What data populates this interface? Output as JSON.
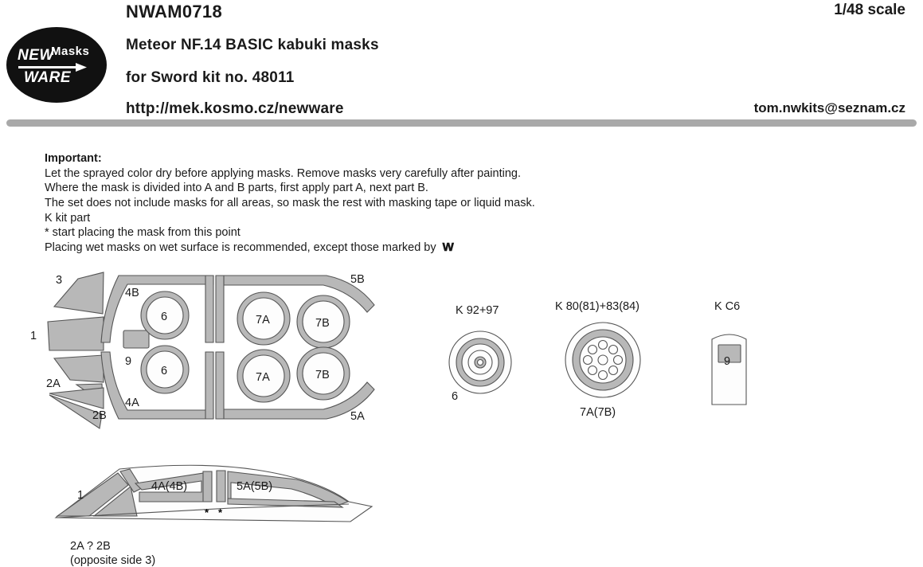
{
  "header": {
    "logo": {
      "new": "NEW",
      "ware": "WARE",
      "masks": "Masks",
      "arrow_icon": "right-arrow-icon"
    },
    "product_code": "NWAM0718",
    "product_name": "Meteor NF.14 BASIC kabuki masks",
    "kit_line": "for Sword kit no. 48011",
    "url": "http://mek.kosmo.cz/newware",
    "scale": "1/48 scale",
    "email": "tom.nwkits@seznam.cz"
  },
  "important": {
    "heading": "Important:",
    "lines": [
      "Let the sprayed color dry before applying masks. Remove masks very carefully after painting.",
      "Where the mask is divided into A and B parts, first apply part A, next part B.",
      "The set does not include masks for all areas, so mask the rest with masking tape or liquid mask.",
      "K kit part",
      "*  start placing the mask from this point"
    ],
    "wet_line_prefix": "Placing wet masks on wet surface is recommended, except those marked by ",
    "wet_mark": "W"
  },
  "diagram": {
    "left_group": {
      "labels": {
        "three": "3",
        "one": "1",
        "twoA": "2A",
        "twoB": "2B",
        "fourB": "4B",
        "fourA": "4A",
        "nine": "9",
        "six_top": "6",
        "six_bottom": "6"
      }
    },
    "mid_group": {
      "labels": {
        "fiveB": "5B",
        "fiveA": "5A",
        "sevenA_top": "7A",
        "sevenB_top": "7B",
        "sevenA_bottom": "7A",
        "sevenB_bottom": "7B"
      }
    },
    "wheel_small": {
      "caption": "K 92+97",
      "number": "6"
    },
    "wheel_large": {
      "caption": "K 80(81)+83(84)",
      "number": "7A(7B)"
    },
    "part_c6": {
      "caption": "K C6",
      "number": "9"
    },
    "bottom_group": {
      "labels": {
        "one": "1",
        "fourA4B": "4A(4B)",
        "fiveA5B": "5A(5B)",
        "star_left": "*",
        "star_right": "*",
        "note_main": "2A ? 2B",
        "note_sub": "(opposite side 3)"
      }
    }
  },
  "colors": {
    "mask_gray": "#b8b8b8",
    "outline": "#555555",
    "divider": "#a9a9a9",
    "logo_black": "#111111"
  }
}
